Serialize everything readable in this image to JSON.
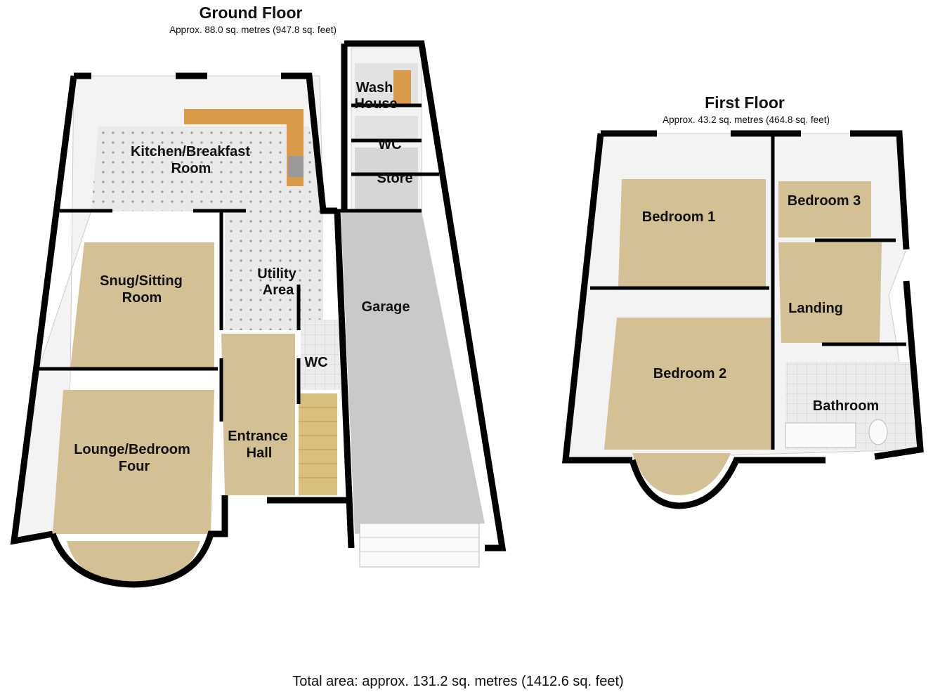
{
  "ground_floor": {
    "title": "Ground Floor",
    "area": "Approx. 88.0 sq. metres (947.8 sq. feet)",
    "rooms": {
      "kitchen_1": "Kitchen/Breakfast",
      "kitchen_2": "Room",
      "snug_1": "Snug/Sitting",
      "snug_2": "Room",
      "utility_1": "Utility",
      "utility_2": "Area",
      "lounge_1": "Lounge/Bedroom",
      "lounge_2": "Four",
      "hall_1": "Entrance",
      "hall_2": "Hall",
      "wc": "WC",
      "garage": "Garage",
      "wash_1": "Wash",
      "wash_2": "House",
      "wc2": "WC",
      "store": "Store"
    }
  },
  "first_floor": {
    "title": "First Floor",
    "area": "Approx. 43.2 sq. metres (464.8 sq. feet)",
    "rooms": {
      "bedroom1": "Bedroom 1",
      "bedroom2": "Bedroom 2",
      "bedroom3": "Bedroom 3",
      "landing": "Landing",
      "bathroom": "Bathroom"
    }
  },
  "total": "Total area: approx. 131.2 sq. metres (1412.6 sq. feet)",
  "colors": {
    "carpet": "#d3c195",
    "tile": "#e6e6e6",
    "garage": "#c9c9c9",
    "wall": "#000000"
  }
}
